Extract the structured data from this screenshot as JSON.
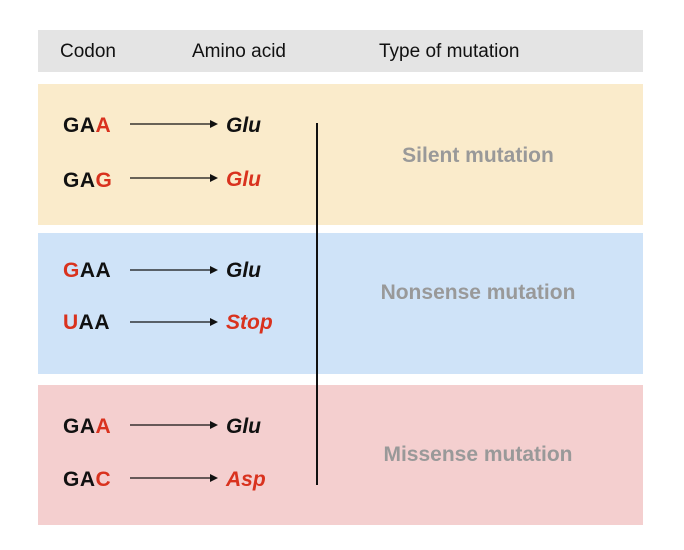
{
  "header": {
    "codon": "Codon",
    "amino_acid": "Amino acid",
    "type_of_mutation": "Type of mutation",
    "background": "#e4e4e4"
  },
  "groups": [
    {
      "label": "Silent mutation",
      "background": "#faebcb",
      "rows": [
        {
          "codon_prefix": "GA",
          "codon_mut": "A",
          "codon_suffix": "",
          "amino": "Glu"
        },
        {
          "codon_prefix": "GA",
          "codon_mut": "G",
          "codon_suffix": "",
          "amino": "Glu"
        }
      ]
    },
    {
      "label": "Nonsense mutation",
      "background": "#cfe3f8",
      "rows": [
        {
          "codon_prefix": "",
          "codon_mut": "G",
          "codon_suffix": "AA",
          "amino": "Glu"
        },
        {
          "codon_prefix": "",
          "codon_mut": "U",
          "codon_suffix": "AA",
          "amino": "Stop"
        }
      ]
    },
    {
      "label": "Missense mutation",
      "background": "#f4cfcf",
      "rows": [
        {
          "codon_prefix": "GA",
          "codon_mut": "A",
          "codon_suffix": "",
          "amino": "Glu"
        },
        {
          "codon_prefix": "GA",
          "codon_mut": "C",
          "codon_suffix": "",
          "amino": "Asp"
        }
      ]
    }
  ],
  "colors": {
    "mutation_highlight": "#d9321e",
    "label_gray": "#999999",
    "text": "#111111"
  }
}
